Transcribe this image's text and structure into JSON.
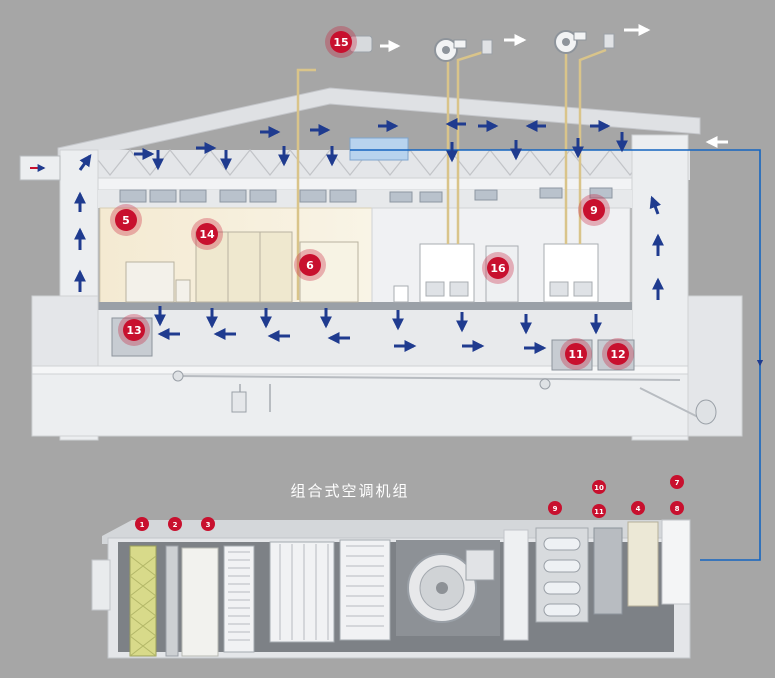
{
  "caption": "组合式空调机组",
  "colors": {
    "background": "#a6a6a6",
    "building": "#e9eaec",
    "building_shade": "#cfd1d4",
    "arrow": "#1f3b8f",
    "marker": "#c8102e",
    "duct_line": "#1565c0",
    "pipe": "#d9c48a"
  },
  "building_markers": [
    "15",
    "5",
    "14",
    "6",
    "16",
    "9",
    "13",
    "11",
    "12"
  ],
  "ahu_markers": [
    "1",
    "2",
    "3",
    "9",
    "10",
    "11",
    "4",
    "7",
    "8"
  ],
  "icons": [
    "exhaust-fan-icon",
    "fan-icon",
    "air-arrow-icon",
    "hepa-box-icon",
    "ahu-fan-icon"
  ]
}
